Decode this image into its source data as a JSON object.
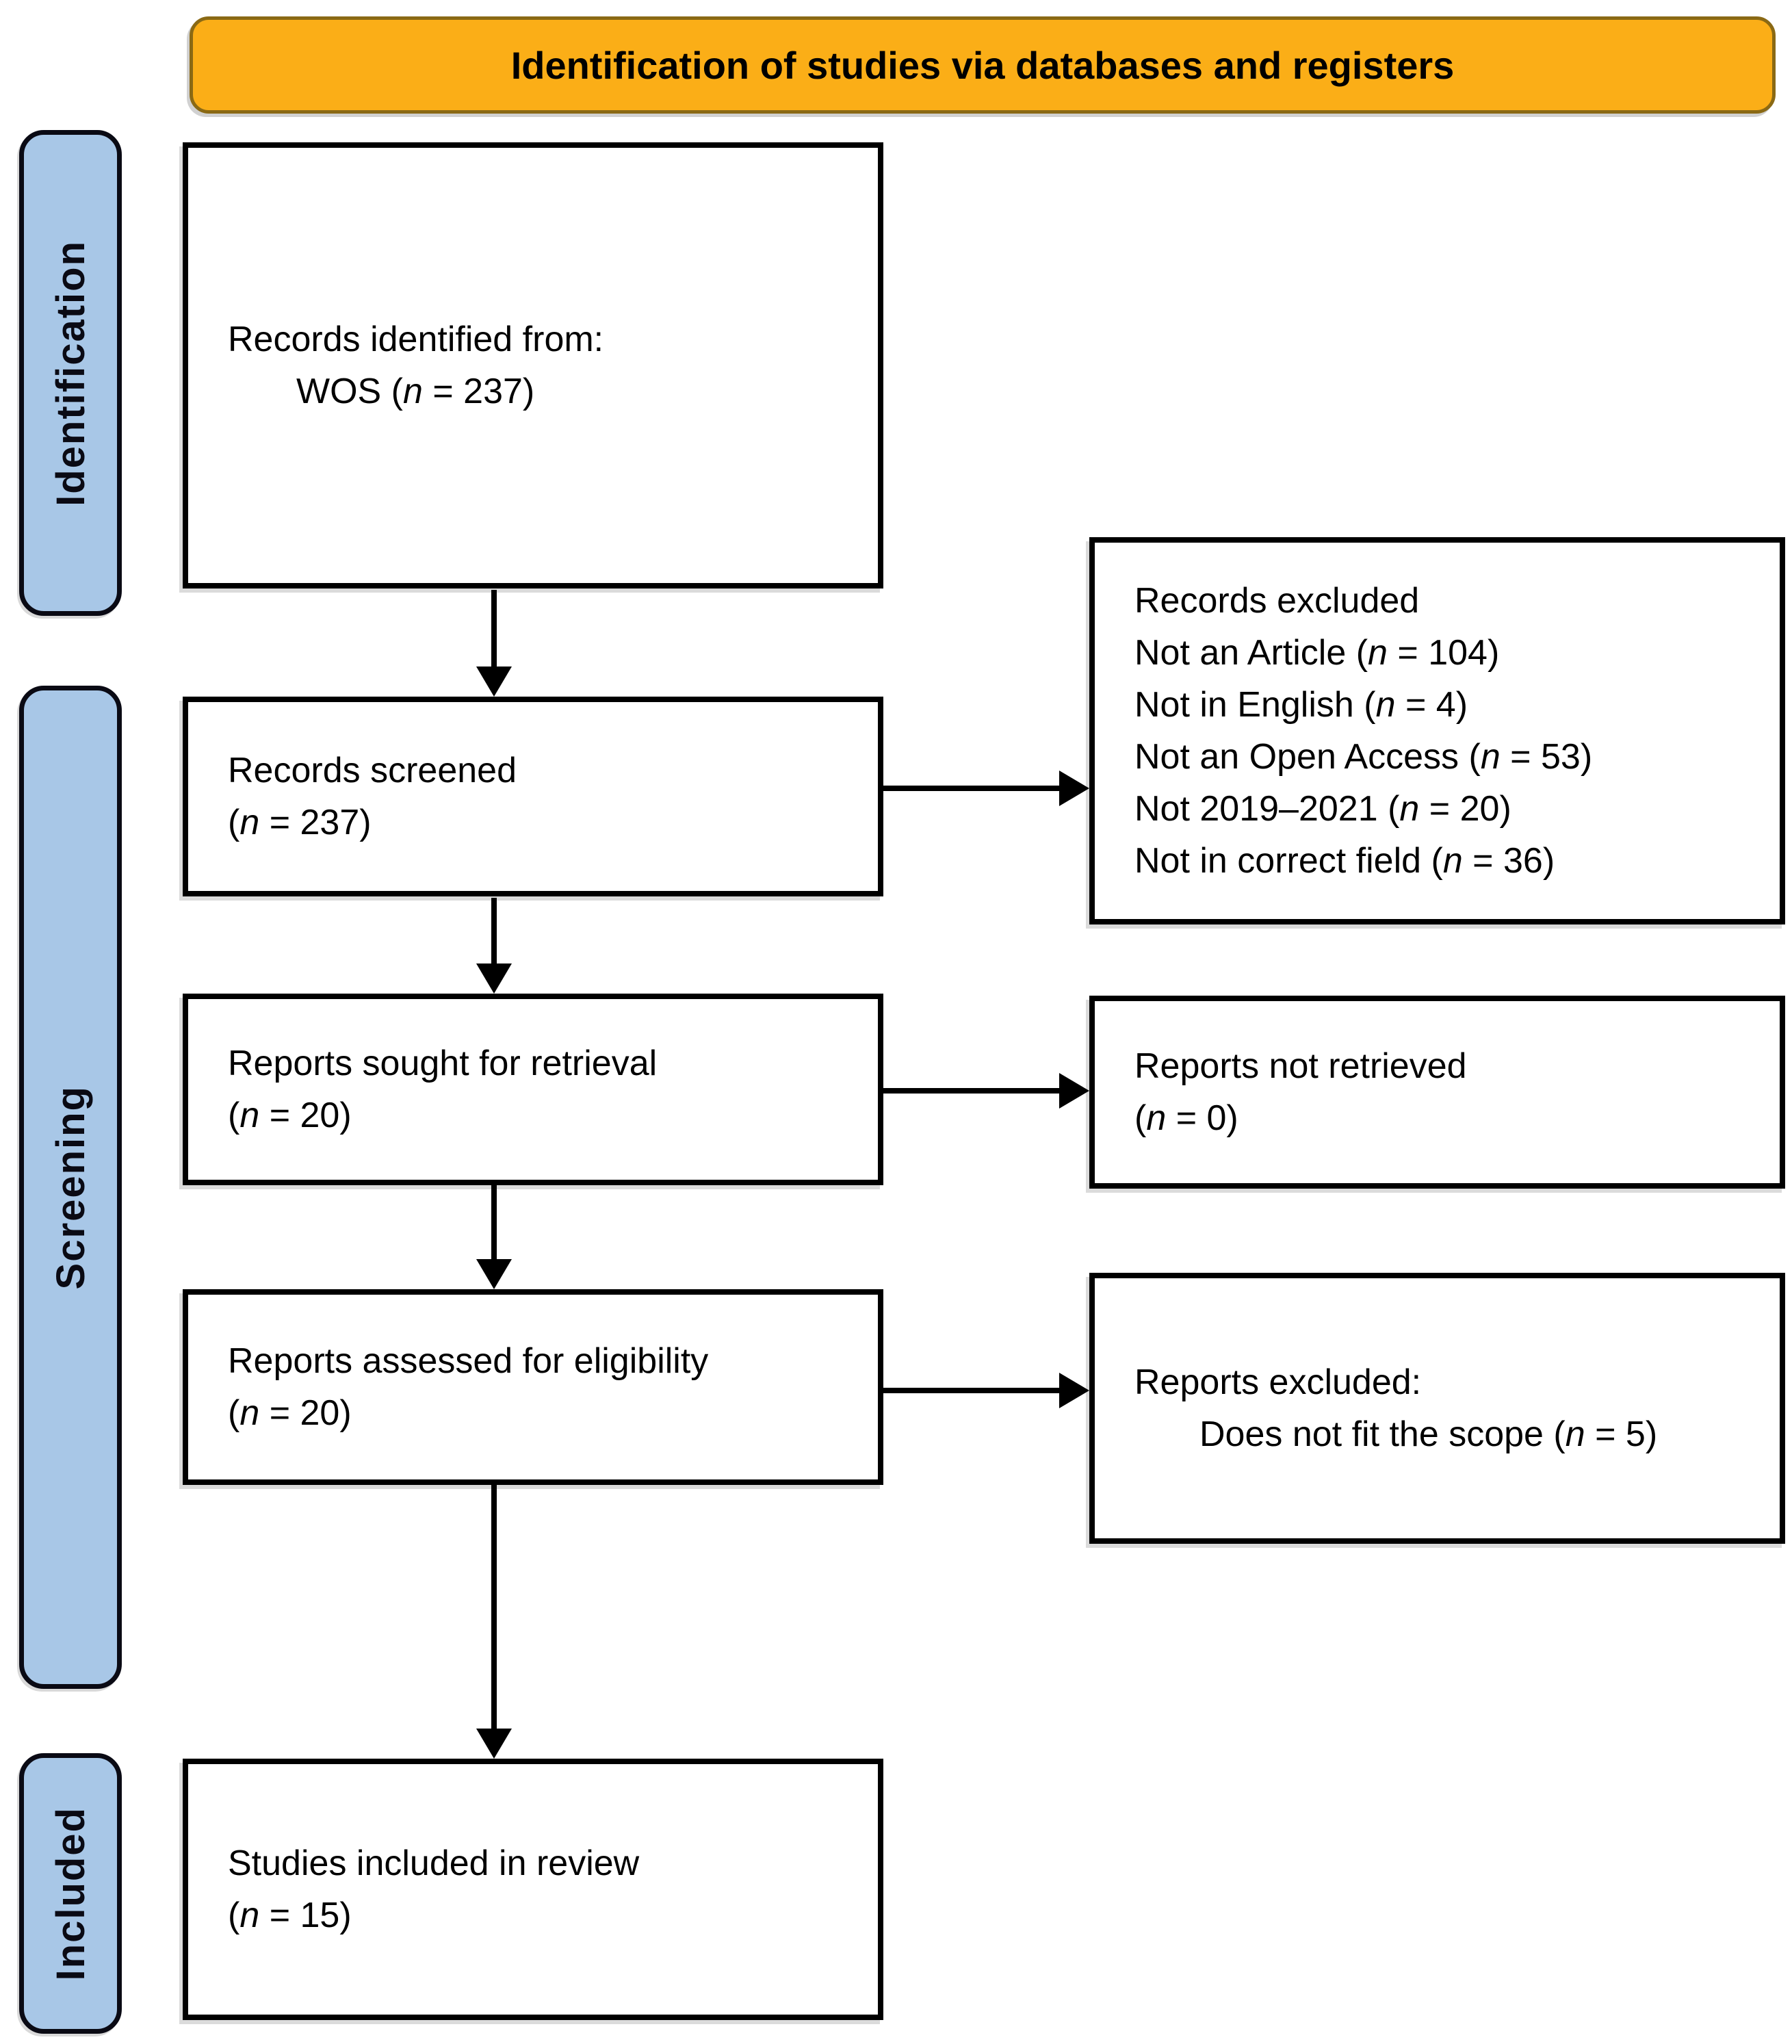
{
  "header": {
    "title": "Identification of studies via databases and registers"
  },
  "sidebar": {
    "stages": [
      {
        "label": "Identification"
      },
      {
        "label": "Screening"
      },
      {
        "label": "Included"
      }
    ]
  },
  "boxes": {
    "identified": {
      "lines": [
        "Records identified from:",
        "WOS (n = 237)"
      ]
    },
    "screened": {
      "lines": [
        "Records screened",
        "(n = 237)"
      ]
    },
    "sought": {
      "lines": [
        "Reports sought for retrieval",
        "(n = 20)"
      ]
    },
    "assessed": {
      "lines": [
        "Reports assessed for eligibility",
        "(n = 20)"
      ]
    },
    "included": {
      "lines": [
        "Studies included in review",
        "(n = 15)"
      ]
    },
    "records_excluded": {
      "lines": [
        "Records excluded",
        "Not an Article (n = 104)",
        "Not in English (n = 4)",
        "Not an Open Access (n = 53)",
        "Not 2019–2021 (n = 20)",
        "Not in correct field (n = 36)"
      ]
    },
    "not_retrieved": {
      "lines": [
        "Reports not retrieved",
        "(n = 0)"
      ]
    },
    "reports_excluded": {
      "lines": [
        "Reports excluded:",
        "Does not fit the scope (n = 5)"
      ]
    }
  },
  "colors": {
    "banner_bg": "#FBAE17",
    "banner_border": "#8A6914",
    "stage_bg": "#A8C7E7",
    "stage_border": "#0A0A14",
    "box_border": "#000000",
    "arrow": "#000000",
    "text": "#000000"
  }
}
